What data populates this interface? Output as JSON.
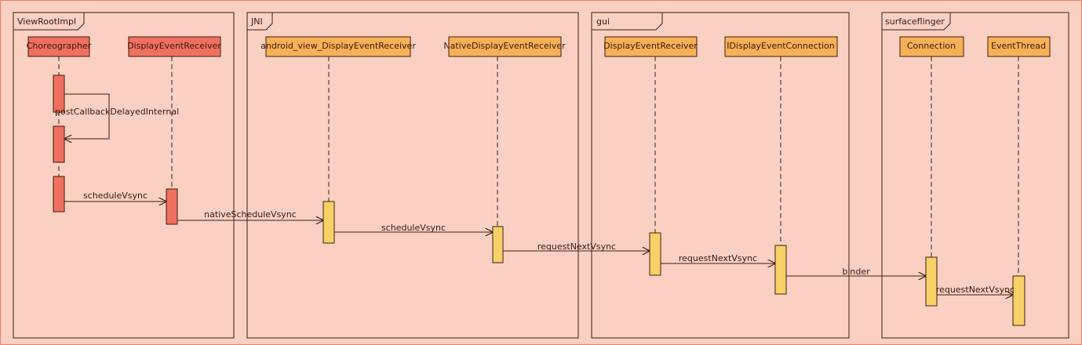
{
  "colors": {
    "background": "#f9d0c1",
    "border_outer": "#e8806a",
    "frame_stroke": "#3a2010",
    "red_fill": "#f07060",
    "orange_fill": "#f8b058",
    "yellow_fill": "#f8d068",
    "line": "#3a2010"
  },
  "frames": [
    {
      "id": "viewrootimpl",
      "label": "ViewRootImpl"
    },
    {
      "id": "jni",
      "label": "JNI"
    },
    {
      "id": "gui",
      "label": "gui"
    },
    {
      "id": "surfaceflinger",
      "label": "surfaceflinger"
    }
  ],
  "participants": [
    {
      "id": "choreographer",
      "label": "Choreographer",
      "color": "red"
    },
    {
      "id": "display-event-receiver-java",
      "label": "DisplayEventReceiver",
      "color": "red"
    },
    {
      "id": "android-view-der",
      "label": "android_view_DisplayEventReceiver",
      "color": "orange"
    },
    {
      "id": "native-der",
      "label": "NativeDisplayEventReceiver",
      "color": "orange"
    },
    {
      "id": "gui-der",
      "label": "DisplayEventReceiver",
      "color": "orange"
    },
    {
      "id": "idisplay-event-connection",
      "label": "IDisplayEventConnection",
      "color": "orange"
    },
    {
      "id": "connection",
      "label": "Connection",
      "color": "orange"
    },
    {
      "id": "event-thread",
      "label": "EventThread",
      "color": "orange"
    }
  ],
  "messages": [
    {
      "id": "post-callback",
      "label": "postCallbackDelayedInternal",
      "from": "choreographer",
      "to": "choreographer"
    },
    {
      "id": "schedule-vsync-1",
      "label": "scheduleVsync",
      "from": "choreographer",
      "to": "display-event-receiver-java"
    },
    {
      "id": "native-schedule-vsync",
      "label": "nativeScheduleVsync",
      "from": "display-event-receiver-java",
      "to": "android-view-der"
    },
    {
      "id": "schedule-vsync-2",
      "label": "scheduleVsync",
      "from": "android-view-der",
      "to": "native-der"
    },
    {
      "id": "request-next-vsync-1",
      "label": "requestNextVsync",
      "from": "native-der",
      "to": "gui-der"
    },
    {
      "id": "request-next-vsync-2",
      "label": "requestNextVsync",
      "from": "gui-der",
      "to": "idisplay-event-connection"
    },
    {
      "id": "binder",
      "label": "binder",
      "from": "idisplay-event-connection",
      "to": "connection"
    },
    {
      "id": "request-next-vsync-3",
      "label": "requestNextVsync",
      "from": "connection",
      "to": "event-thread"
    }
  ]
}
